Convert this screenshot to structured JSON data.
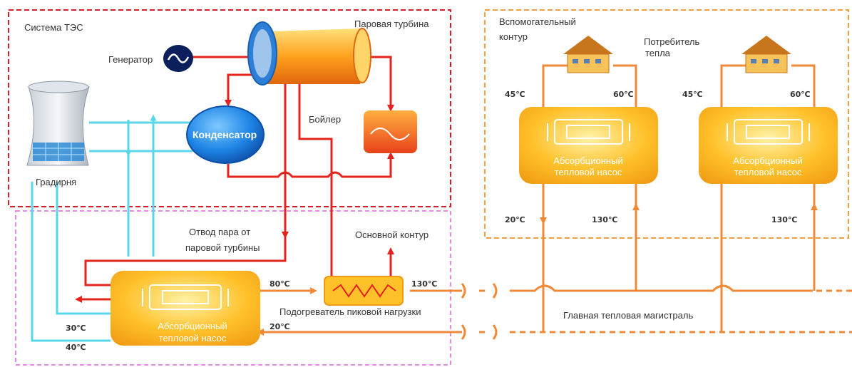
{
  "colors": {
    "tes_border": "#d21f2b",
    "main_loop_border": "#e58ae6",
    "aux_border": "#f0a040",
    "steam_red": "#e3231d",
    "water_cyan": "#58d7ea",
    "hot_orange": "#f08a38",
    "unit_yellow": "#ffc12a"
  },
  "labels": {
    "tes_system": "Система ТЭС",
    "turbine": "Паровая турбина",
    "generator": "Генератор",
    "condenser": "Конденсатор",
    "boiler": "Бойлер",
    "cooling_tower": "Градирня",
    "steam_extraction_line1": "Отвод пара от",
    "steam_extraction_line2": "паровой турбины",
    "main_loop": "Основной контур",
    "peak_heater": "Подогреватель пиковой нагрузки",
    "aux_loop_line1": "Вспомогательный",
    "aux_loop_line2": "контур",
    "consumer_line1": "Потребитель",
    "consumer_line2": "тепла",
    "main_heat_line": "Главная тепловая магистраль"
  },
  "pumps": {
    "main": {
      "line1": "Абсорбционный",
      "line2": "тепловой насос"
    },
    "aux1": {
      "line1": "Абсорбционный",
      "line2": "тепловой насос"
    },
    "aux2": {
      "line1": "Абсорбционный",
      "line2": "тепловой насос"
    }
  },
  "temps": {
    "t80": "80℃",
    "t130_main": "130℃",
    "t20_main": "20℃",
    "t30": "30℃",
    "t40": "40℃",
    "aux1_45": "45℃",
    "aux1_60": "60℃",
    "aux1_20": "20℃",
    "aux1_130": "130℃",
    "aux2_45": "45℃",
    "aux2_60": "60℃",
    "aux2_130": "130℃"
  },
  "icons": [
    "cooling-tower-icon",
    "generator-icon",
    "turbine-icon",
    "condenser-icon",
    "boiler-icon",
    "peak-heater-icon",
    "house-icon",
    "heat-pump-icon"
  ]
}
